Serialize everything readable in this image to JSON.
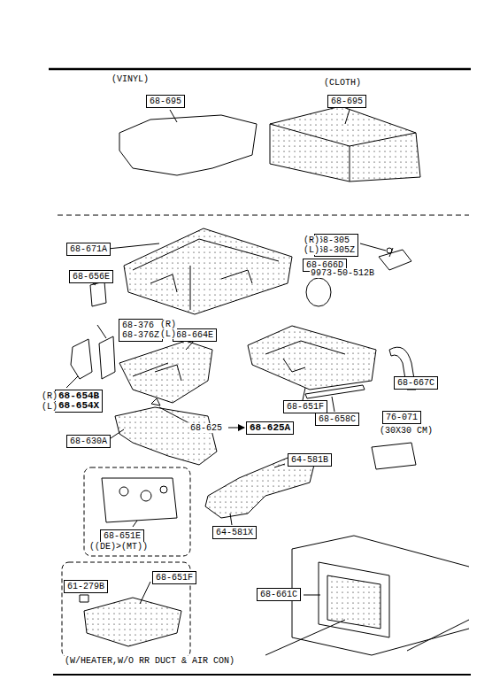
{
  "diagram": {
    "nodes": [
      {
        "text": [
          "68-695"
        ]
      },
      {
        "text": [
          "68-695"
        ]
      },
      {
        "text": [
          "68-671A"
        ]
      },
      {
        "text": [
          "68-305",
          "68-305Z"
        ]
      },
      {
        "text": [
          "68-666D"
        ]
      },
      {
        "text": [
          "68-656E"
        ]
      },
      {
        "text": [
          "68-376",
          "68-376Z"
        ]
      },
      {
        "text": [
          "68-664E"
        ]
      },
      {
        "text": [
          "68-654B",
          "68-654X"
        ]
      },
      {
        "text": [
          "68-651F"
        ]
      },
      {
        "text": [
          "68-667C"
        ]
      },
      {
        "text": [
          "68-658C"
        ]
      },
      {
        "text": [
          "76-071"
        ]
      },
      {
        "text": [
          "68-625A"
        ]
      },
      {
        "text": [
          "68-630A"
        ]
      },
      {
        "text": [
          "64-581B"
        ]
      },
      {
        "text": [
          "64-581X"
        ]
      },
      {
        "text": [
          "68-651E"
        ]
      },
      {
        "text": [
          "61-279B"
        ]
      },
      {
        "text": [
          "68-651F"
        ]
      },
      {
        "text": [
          "68-661C"
        ]
      }
    ],
    "labels": [
      "(VINYL)",
      "(CLOTH)",
      "(R)",
      "(L)",
      "9973-50-512B",
      "(R)",
      "(L)",
      "(R)",
      "(L)",
      "68-625",
      "(30X30 CM)",
      "((DE)>(MT))",
      "(W/HEATER,W/O RR DUCT & AIR CON)"
    ]
  }
}
